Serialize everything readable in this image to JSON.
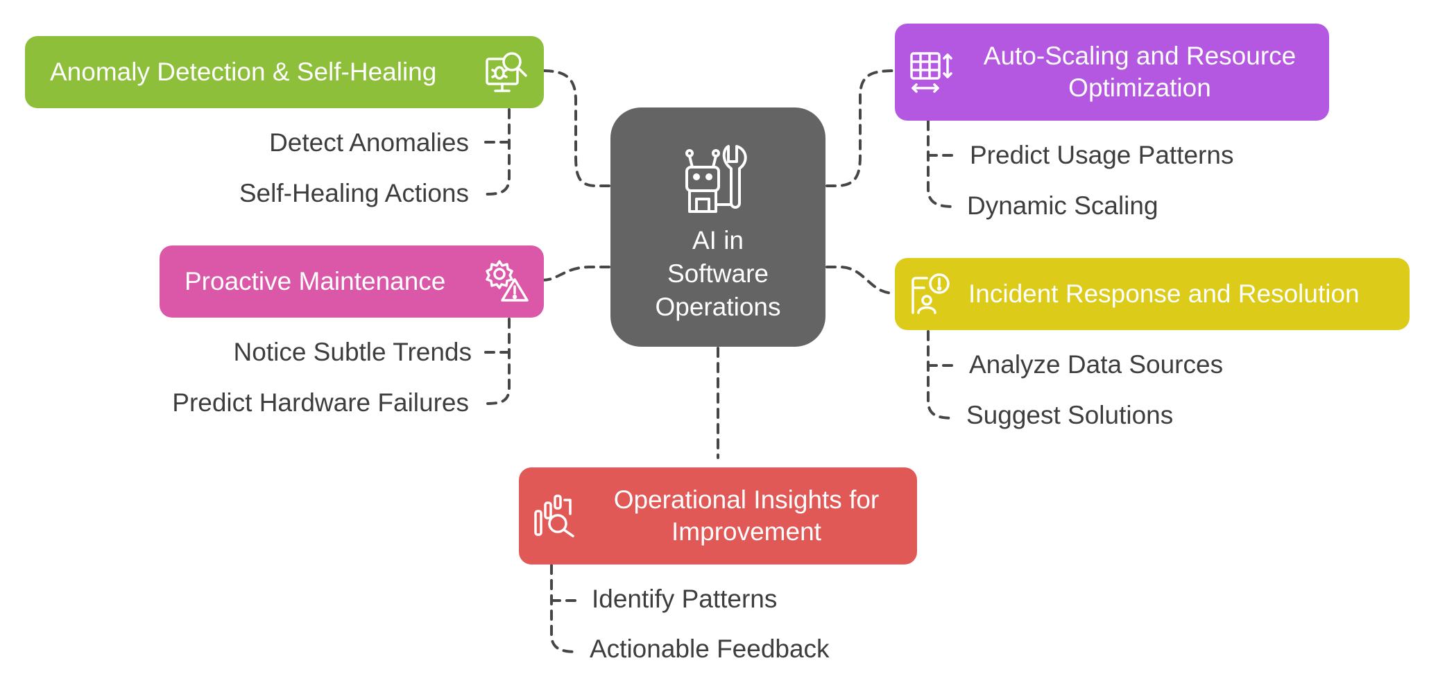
{
  "center": {
    "title_lines": [
      "AI in",
      "Software",
      "Operations"
    ],
    "icon": "robot-wrench-icon",
    "color": "#646464"
  },
  "anomaly": {
    "title": "Anomaly Detection & Self-Healing",
    "color": "#8dbf3a",
    "icon": "monitor-bug-search-icon",
    "items": [
      "Detect Anomalies",
      "Self-Healing Actions"
    ]
  },
  "proactive": {
    "title": "Proactive Maintenance",
    "color": "#db58a9",
    "icon": "gear-warning-icon",
    "items": [
      "Notice Subtle Trends",
      "Predict Hardware Failures"
    ]
  },
  "autoscaling": {
    "title_lines": [
      "Auto-Scaling and Resource",
      "Optimization"
    ],
    "color": "#b458e1",
    "icon": "grid-resize-icon",
    "items": [
      "Predict Usage Patterns",
      "Dynamic Scaling"
    ]
  },
  "incident": {
    "title": "Incident Response and Resolution",
    "color": "#dccb19",
    "icon": "person-alert-icon",
    "items": [
      "Analyze Data Sources",
      "Suggest Solutions"
    ]
  },
  "insights": {
    "title_lines": [
      "Operational Insights for",
      "Improvement"
    ],
    "color": "#e15956",
    "icon": "chart-search-icon",
    "items": [
      "Identify Patterns",
      "Actionable Feedback"
    ]
  },
  "connector_color": "#464646"
}
